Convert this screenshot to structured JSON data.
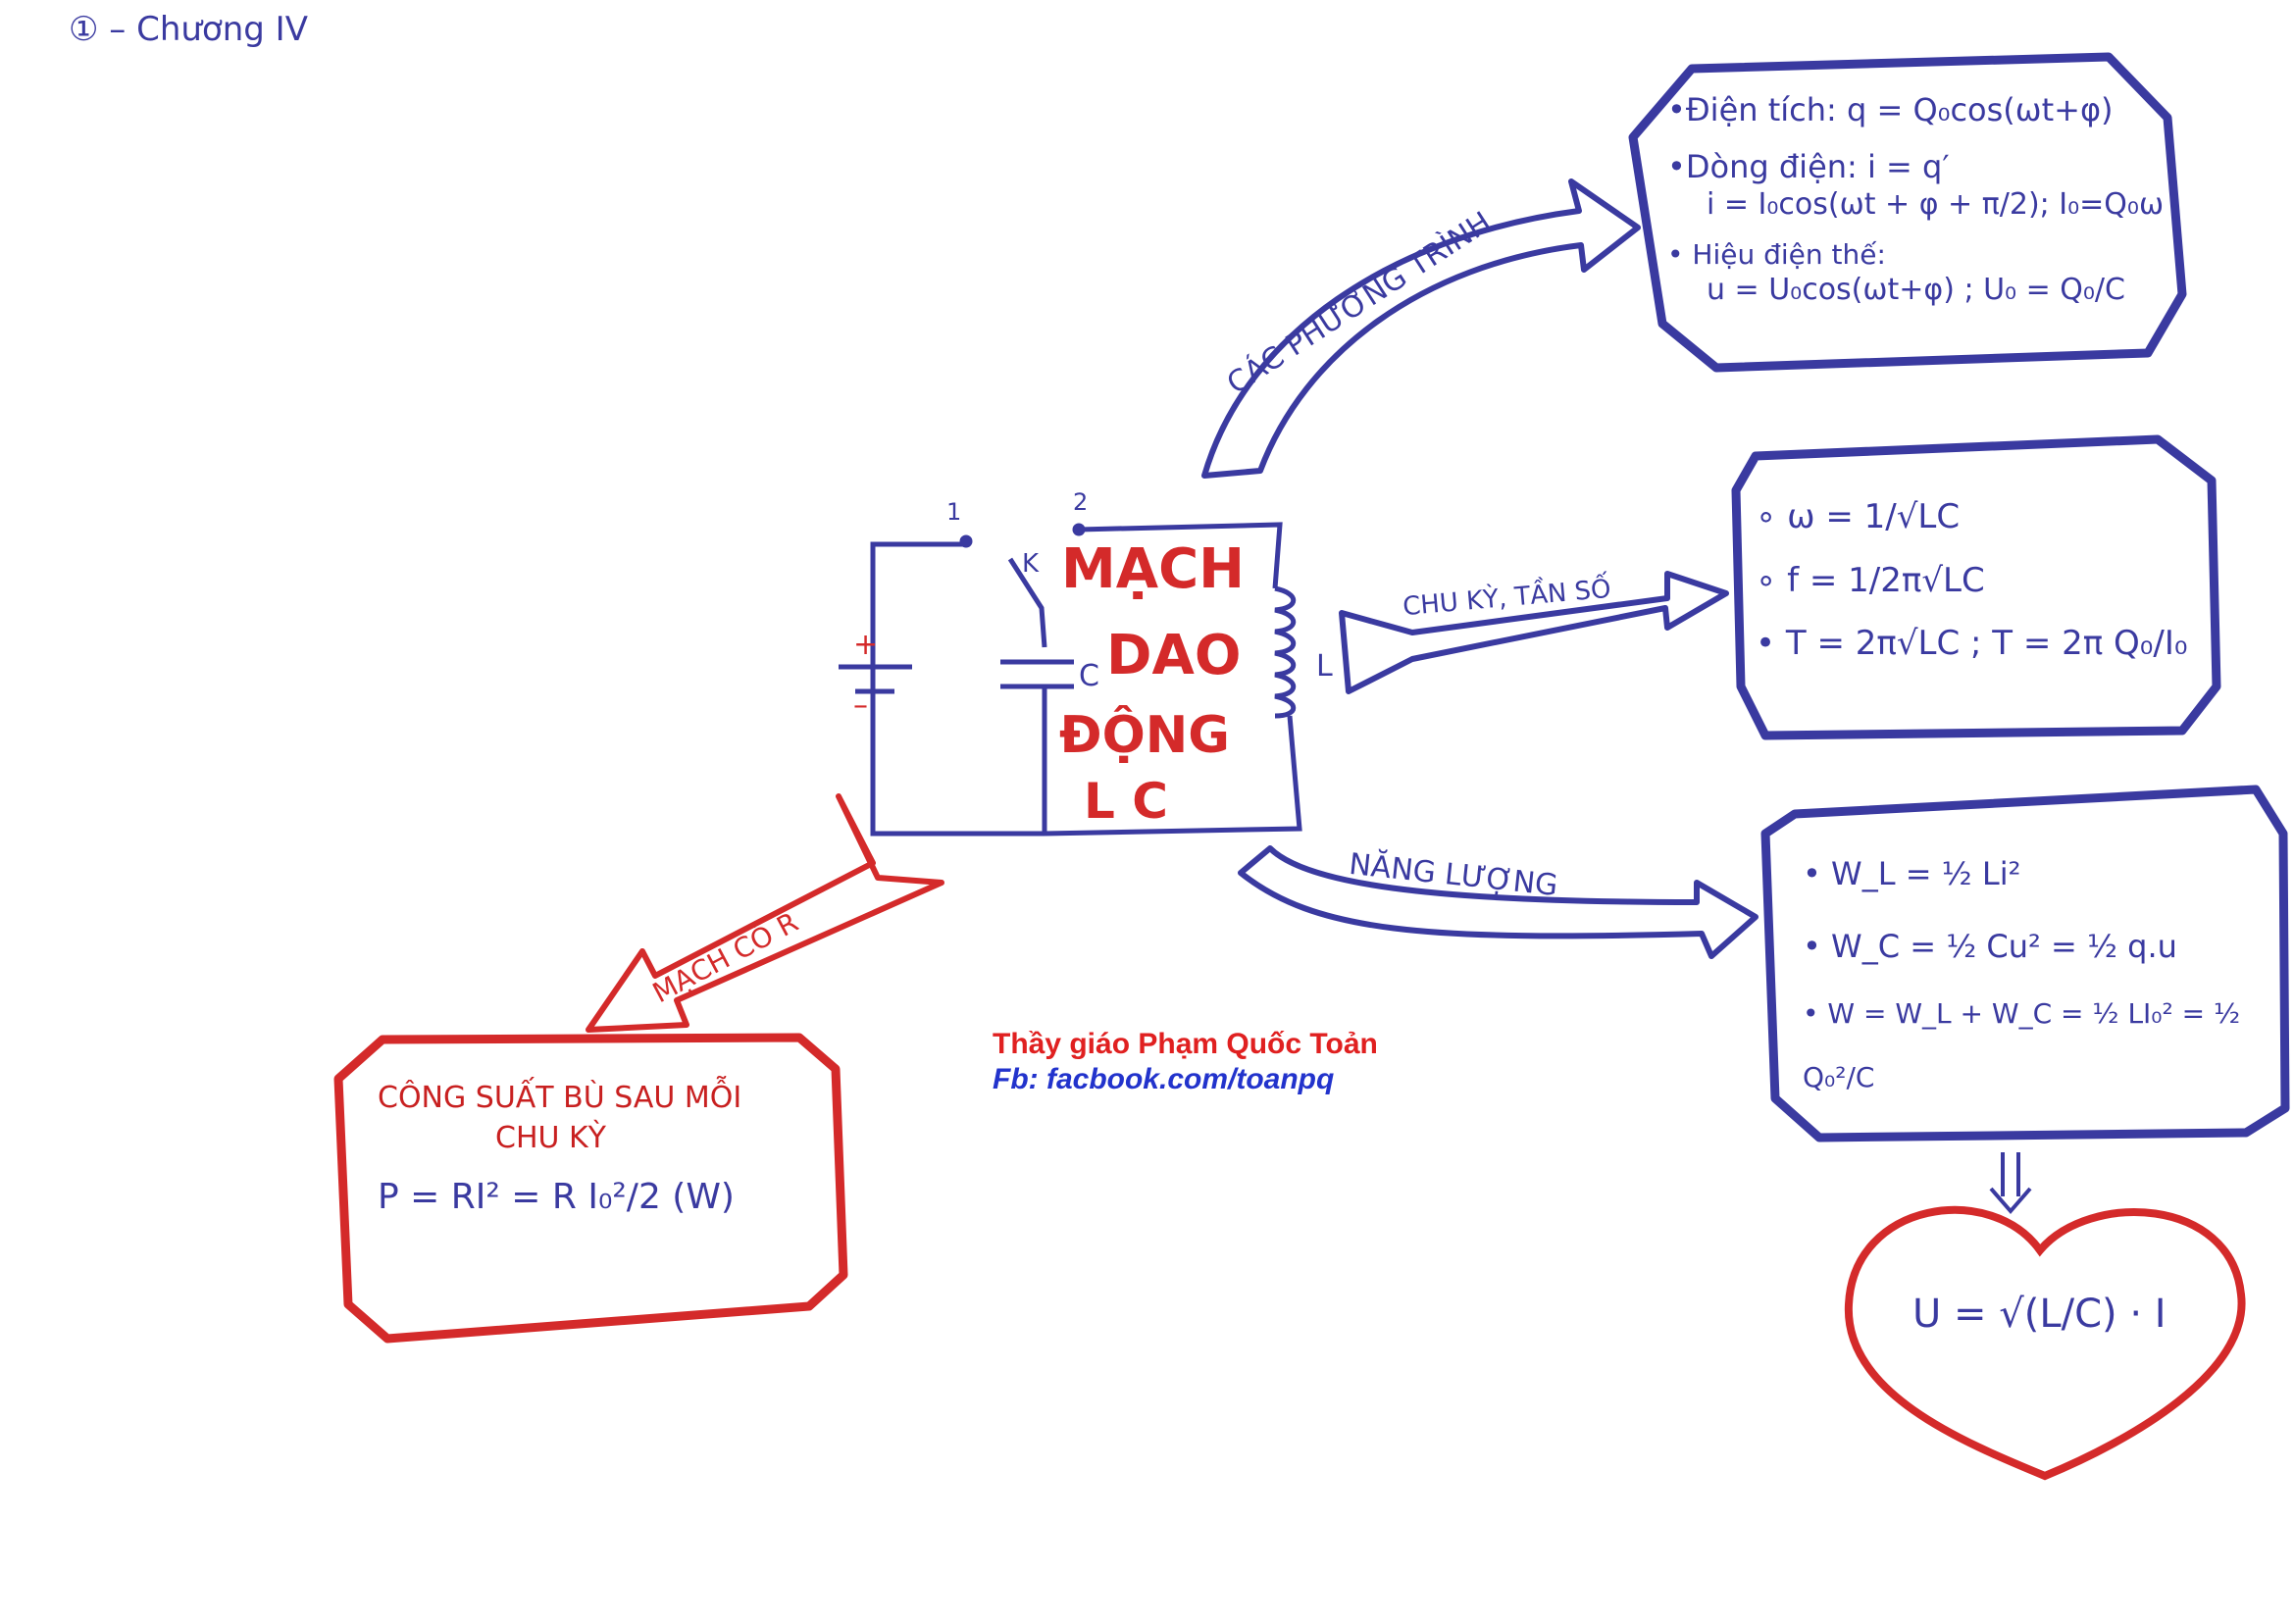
{
  "header": {
    "note": "① – Chương IV"
  },
  "center": {
    "title_lines": [
      "MẠCH",
      "DAO",
      "ĐỘNG",
      "L C"
    ],
    "switch_pos_1": "1",
    "switch_pos_2": "2",
    "switch_label": "K",
    "cap_label": "C",
    "inductor_label": "L",
    "battery_plus": "+",
    "battery_minus": "–"
  },
  "arrows": {
    "equations": "CÁC PHƯƠNG TRÌNH",
    "period": "CHU KỲ, TẦN SỐ",
    "energy": "NĂNG LƯỢNG",
    "resistance": "MẠCH CÓ R"
  },
  "box_equations": {
    "line1": "•Điện tích:  q = Q₀cos(ωt+φ)",
    "line2": "•Dòng điện:  i = q′",
    "line3": "i = I₀cos(ωt + φ + π/2); I₀=Q₀ω",
    "line4": "• Hiệu điện thế:",
    "line5": "u = U₀cos(ωt+φ) ; U₀ = Q₀/C"
  },
  "box_period": {
    "line1": "∘  ω = 1/√LC",
    "line2": "∘  f = 1/2π√LC",
    "line3": "• T = 2π√LC ; T = 2π Q₀/I₀"
  },
  "box_energy": {
    "line1": "• W_L = ½ Li²",
    "line2": "• W_C = ½ Cu² = ½ q.u",
    "line3": "• W = W_L + W_C = ½ LI₀² = ½ Q₀²/C"
  },
  "heart": {
    "formula": "U = √(L/C) · I"
  },
  "box_power": {
    "line1": "CÔNG SUẤT BÙ SAU MỖI",
    "line2": "CHU KỲ",
    "line3": "P = RI² = R I₀²/2    (W)"
  },
  "credit": {
    "teacher": "Thầy giáo Phạm Quốc Toản",
    "facebook": "Fb: facbook.com/toanpq"
  },
  "colors": {
    "blue_ink": "#3a3aa0",
    "red_ink": "#d42a2a"
  }
}
